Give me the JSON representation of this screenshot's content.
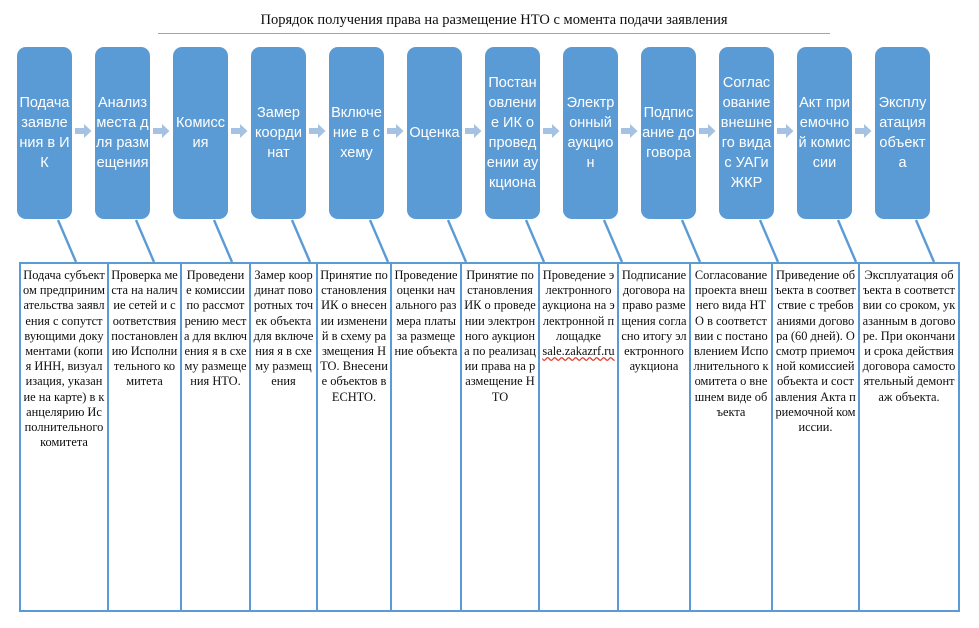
{
  "title": {
    "text": "Порядок получения права на размещение НТО с момента подачи заявления"
  },
  "flow": {
    "arrow_icon": "right-arrow-icon",
    "box_color": "#5B9BD5",
    "arrow_color": "#A5C2E3",
    "steps": [
      {
        "label": "Подача заявления в ИК"
      },
      {
        "label": "Анализ места для размещения"
      },
      {
        "label": "Комиссия"
      },
      {
        "label": "Замер координат"
      },
      {
        "label": "Включение в схему"
      },
      {
        "label": "Оценка"
      },
      {
        "label": "Постановление ИК о проведении аукциона"
      },
      {
        "label": "Электронный аукцион"
      },
      {
        "label": "Подписание договора"
      },
      {
        "label": "Согласование внешнего вида с УАГиЖКР"
      },
      {
        "label": "Акт приемочной комиссии"
      },
      {
        "label": "Эксплуатация объекта"
      }
    ]
  },
  "details": {
    "border_color": "#5B9BD5",
    "cells": [
      {
        "text": "Подача субъектом предпринимательства заявления с сопутствующими документами (копия ИНН, визуализация, указание на карте) в канцелярию Исполнительного комитета"
      },
      {
        "text": "Проверка места на наличие сетей и соответствия постановлению Исполнительного комитета"
      },
      {
        "text": "Проведение комиссии по рассмотрению места для включения я в схему размещения НТО."
      },
      {
        "text": "Замер координат поворотных точек объекта для включения я в схему размещения"
      },
      {
        "text": "Принятие постановления ИК о внесении изменений в схему размещения НТО. Внесение объектов в ЕСНТО."
      },
      {
        "text": "Проведение оценки начального размера платы за размещение объекта"
      },
      {
        "text": "Принятие постановления ИК о проведении электронного аукциона по реализации права на размещение НТО"
      },
      {
        "text": "Проведение электронного аукциона на электронной площадке ",
        "link": "sale.zakazrf.ru"
      },
      {
        "text": "Подписание договора на право размещения согласно итогу электронного аукциона"
      },
      {
        "text": "Согласование проекта внешнего вида НТО в соответствии с постановлением Исполнительного комитета о внешнем виде объекта"
      },
      {
        "text": "Приведение объекта в соответствие с требованиями договора (60 дней). Осмотр приемочной комиссией объекта и составления Акта приемочной комиссии."
      },
      {
        "text": "Эксплуатация объекта в соответствии со сроком, указанным в договоре. При окончании срока действия договора самостоятельный демонтаж объекта."
      }
    ]
  }
}
